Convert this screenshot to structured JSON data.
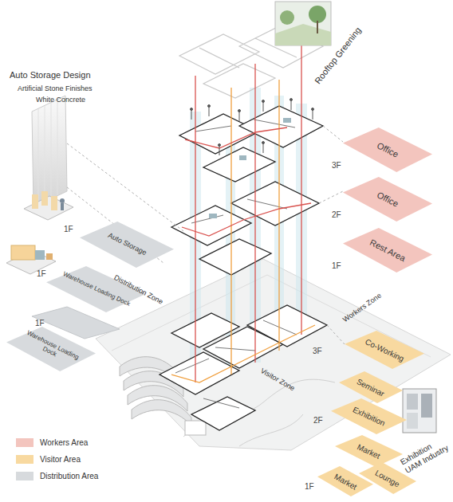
{
  "diagram": {
    "nodes": [
      {
        "text": [
          "3F",
          "Office"
        ]
      },
      {
        "text": [
          "2F",
          "Office"
        ]
      },
      {
        "text": [
          "1F",
          "Rest Area"
        ]
      },
      {
        "text": [
          "1F",
          "Auto Storage"
        ]
      },
      {
        "text": [
          "1F",
          "Warehouse Loading Dock"
        ]
      },
      {
        "text": [
          "1F",
          "Warehouse Loading Dock"
        ]
      },
      {
        "text": [
          "3F",
          "Co-Working"
        ]
      },
      {
        "text": [
          "Seminar"
        ]
      },
      {
        "text": [
          "2F",
          "Exhibition"
        ]
      },
      {
        "text": [
          "Market"
        ]
      },
      {
        "text": [
          "1F",
          "Market"
        ]
      },
      {
        "text": [
          "Lounge"
        ]
      }
    ],
    "labels": [
      "Rooftop Greening",
      "Auto Storage Design",
      "Artificial Stone Finishes",
      "White Concrete",
      "Workers Zone",
      "Distribution Zone",
      "Visitor Zone",
      "Exhibition UAM Industry"
    ],
    "legend": [
      {
        "text": "Workers Area",
        "color": "#f3c5be"
      },
      {
        "text": "Visitor Area",
        "color": "#f8d9a0"
      },
      {
        "text": "Distribution Area",
        "color": "#d7dadd"
      }
    ]
  }
}
